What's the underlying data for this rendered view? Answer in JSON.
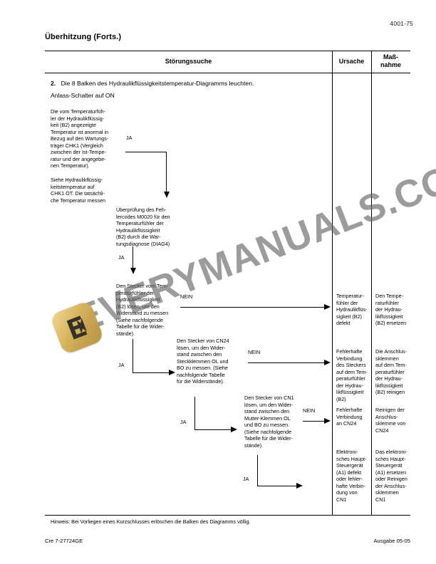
{
  "page": {
    "number": "4001-75",
    "title": "Überhitzung (Forts.)"
  },
  "table": {
    "columns": [
      {
        "id": "stoerungssuche",
        "label": "Störungssuche"
      },
      {
        "id": "ursache",
        "label": "Ursache"
      },
      {
        "id": "massnahme",
        "label": "Maß-\nnahme"
      }
    ],
    "step": {
      "number": "2.",
      "text": "Die 8 Balken des Hydraulikflüssigkeitstemperatur-Diagramms leuchten.",
      "subtext": "Anlass-Schalter auf ON"
    },
    "flow_blocks": [
      {
        "id": "block-1",
        "text": "Die vom Temperaturfüh-\nler der Hydraulikflüssig-\nkeit (B2) angezeigte\nTemperatur ist anormal in\nBezug auf den Wartungs-\nträger CHK1 (Vergleich\nzwischen der Ist-Tempe-\nratur und der angegebe-\nnen Temperatur)."
      },
      {
        "id": "block-1b",
        "text": "Siehe Hydraulikflüssig-\nkeitstemperatur auf\nCHK1 OT. Die tatsächli-\nche Temperatur messen"
      },
      {
        "id": "block-2",
        "text": "Überprüfung des Feh-\nlercodes M0020 für den\nTemperaturfühler der\nHydraulikflüssigkeit\n(B2) durch die War-\ntungsdiagnose (DIAG4)"
      },
      {
        "id": "block-3",
        "text": "Den Stecker vom Tem-\nperaturfühler der\nHydraulikflüssigkeit\n(B2) lösen, um den\nWiderstand zu messen\n(Siehe nachfolgende\nTabelle für die Wider-\nstände)."
      },
      {
        "id": "block-4",
        "text": "Den Stecker von CN24\nlösen, um den Wider-\nstand zwischen den\nSteckklemmen OL und\nBO zu messen. (Siehe\nnachfolgende Tabelle\nfür die Widerstände)."
      },
      {
        "id": "block-5",
        "text": "Den Stecker von CN1\nlösen, um den Wider-\nstand zwischen den\nMutter-Klemmen OL\nund BO zu messen.\n(Siehe nachfolgende\nTabelle für die Wider-\nstände)."
      }
    ],
    "labels": {
      "ja": "JA",
      "nein": "NEIN"
    },
    "flow_labels": [
      {
        "id": "ja-1",
        "text": "JA"
      },
      {
        "id": "ja-2",
        "text": "JA"
      },
      {
        "id": "ja-3",
        "text": "JA"
      },
      {
        "id": "ja-4",
        "text": "JA"
      },
      {
        "id": "ja-5",
        "text": "JA"
      },
      {
        "id": "nein-1",
        "text": "NEIN"
      },
      {
        "id": "nein-2",
        "text": "NEIN"
      },
      {
        "id": "nein-3",
        "text": "NEIN"
      }
    ],
    "rows": [
      {
        "id": "row-1",
        "ursache": "Temperatur-\nfühler der\nHydraulikflüs-\nsigkeit (B2)\ndefekt",
        "massnahme": "Den Tempe-\nraturfühler\nder Hydrau-\nlikflüssigkeit\n(B2) ersetzen"
      },
      {
        "id": "row-2",
        "ursache": "Fehlerhafte\nVerbindung\ndes Steckers\nauf dem Tem-\nperaturfühler\nder Hydrau-\nlikflüssigkeit\n(B2)",
        "massnahme": "Die Anschlus-\nsklemmen\nauf dem Tem-\nperaturfühler\nder Hydrau-\nlikflüssigkeit\n(B2) reinigen"
      },
      {
        "id": "row-3",
        "ursache": "Fehlerhafte\nVerbindung\nan CN24",
        "massnahme": "Reinigen der\nAnschlus-\nsklemme von\nCN24"
      },
      {
        "id": "row-4",
        "ursache": "Elektroni-\nsches Haupt-\nSteuergerät\n(A1) defekt\noder fehler-\nhafte Verbin-\ndung von\nCN1",
        "massnahme": "Das elektroni-\nsches Haupt-\nSteuergerät\n(A1) ersetzen\noder Reinigen\nder Anschlus-\nsklemmen\nCN1"
      }
    ],
    "hinweis": "Hinweis: Bei Vorliegen eines Kurzschlusses erlöschen die Balken des Diagramms völlig."
  },
  "footer": {
    "left": "Cre  7-27724GE",
    "right": "Ausgabe 05-05"
  },
  "watermark": {
    "text": "EVERYMANUALS.COM",
    "logo_letter": "E",
    "color": "#606060",
    "logo_color": "#d4b262"
  }
}
